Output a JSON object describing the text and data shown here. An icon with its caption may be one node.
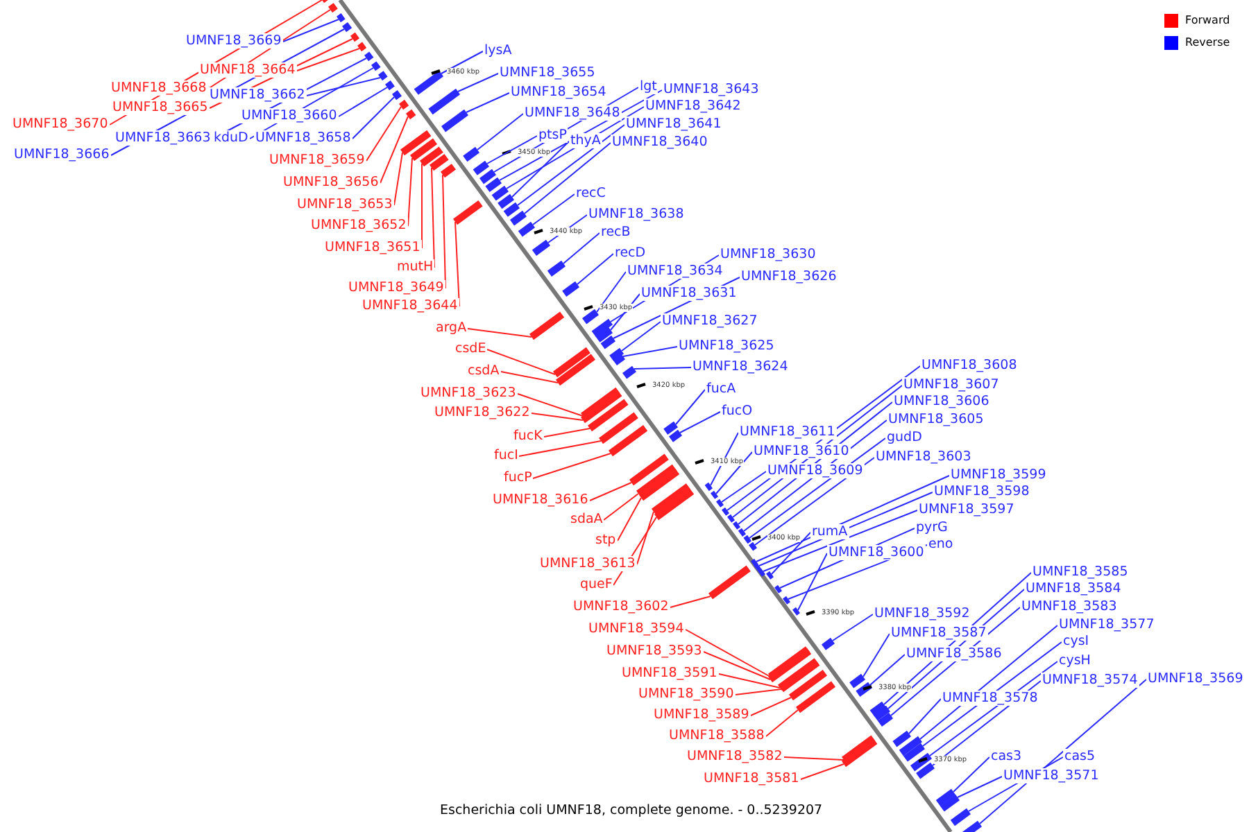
{
  "diagram": {
    "caption": "Escherichia coli UMNF18, complete genome. - 0..5239207",
    "nodes": [
      {
        "text": [
          "UMNF18_3669"
        ]
      },
      {
        "text": [
          "UMNF18_3664"
        ]
      },
      {
        "text": [
          "UMNF18_3668"
        ]
      },
      {
        "text": [
          "UMNF18_3665"
        ]
      },
      {
        "text": [
          "UMNF18_3670"
        ]
      },
      {
        "text": [
          "UMNF18_3662"
        ]
      },
      {
        "text": [
          "UMNF18_3660"
        ]
      },
      {
        "text": [
          "UMNF18_3663"
        ]
      },
      {
        "text": [
          "kduD"
        ]
      },
      {
        "text": [
          "UMNF18_3658"
        ]
      },
      {
        "text": [
          "UMNF18_3666"
        ]
      },
      {
        "text": [
          "UMNF18_3659"
        ]
      },
      {
        "text": [
          "UMNF18_3656"
        ]
      },
      {
        "text": [
          "UMNF18_3653"
        ]
      },
      {
        "text": [
          "UMNF18_3652"
        ]
      },
      {
        "text": [
          "UMNF18_3651"
        ]
      },
      {
        "text": [
          "mutH"
        ]
      },
      {
        "text": [
          "UMNF18_3649"
        ]
      },
      {
        "text": [
          "UMNF18_3644"
        ]
      },
      {
        "text": [
          "argA"
        ]
      },
      {
        "text": [
          "csdE"
        ]
      },
      {
        "text": [
          "csdA"
        ]
      },
      {
        "text": [
          "UMNF18_3623"
        ]
      },
      {
        "text": [
          "UMNF18_3622"
        ]
      },
      {
        "text": [
          "fucK"
        ]
      },
      {
        "text": [
          "fucI"
        ]
      },
      {
        "text": [
          "fucP"
        ]
      },
      {
        "text": [
          "UMNF18_3616"
        ]
      },
      {
        "text": [
          "sdaA"
        ]
      },
      {
        "text": [
          "stp"
        ]
      },
      {
        "text": [
          "UMNF18_3613"
        ]
      },
      {
        "text": [
          "queF"
        ]
      },
      {
        "text": [
          "UMNF18_3602"
        ]
      },
      {
        "text": [
          "UMNF18_3594"
        ]
      },
      {
        "text": [
          "UMNF18_3593"
        ]
      },
      {
        "text": [
          "UMNF18_3591"
        ]
      },
      {
        "text": [
          "UMNF18_3590"
        ]
      },
      {
        "text": [
          "UMNF18_3589"
        ]
      },
      {
        "text": [
          "UMNF18_3588"
        ]
      },
      {
        "text": [
          "UMNF18_3582"
        ]
      },
      {
        "text": [
          "UMNF18_3581"
        ]
      },
      {
        "text": [
          "lysA"
        ]
      },
      {
        "text": [
          "UMNF18_3655"
        ]
      },
      {
        "text": [
          "UMNF18_3654"
        ]
      },
      {
        "text": [
          "UMNF18_3648"
        ]
      },
      {
        "text": [
          "ptsP"
        ]
      },
      {
        "text": [
          "thyA"
        ]
      },
      {
        "text": [
          "lgt"
        ]
      },
      {
        "text": [
          "UMNF18_3643"
        ]
      },
      {
        "text": [
          "UMNF18_3642"
        ]
      },
      {
        "text": [
          "UMNF18_3641"
        ]
      },
      {
        "text": [
          "UMNF18_3640"
        ]
      },
      {
        "text": [
          "recC"
        ]
      },
      {
        "text": [
          "UMNF18_3638"
        ]
      },
      {
        "text": [
          "recB"
        ]
      },
      {
        "text": [
          "recD"
        ]
      },
      {
        "text": [
          "UMNF18_3634"
        ]
      },
      {
        "text": [
          "UMNF18_3630"
        ]
      },
      {
        "text": [
          "UMNF18_3631"
        ]
      },
      {
        "text": [
          "UMNF18_3626"
        ]
      },
      {
        "text": [
          "UMNF18_3627"
        ]
      },
      {
        "text": [
          "UMNF18_3625"
        ]
      },
      {
        "text": [
          "UMNF18_3624"
        ]
      },
      {
        "text": [
          "fucA"
        ]
      },
      {
        "text": [
          "fucO"
        ]
      },
      {
        "text": [
          "UMNF18_3611"
        ]
      },
      {
        "text": [
          "UMNF18_3610"
        ]
      },
      {
        "text": [
          "UMNF18_3609"
        ]
      },
      {
        "text": [
          "UMNF18_3608"
        ]
      },
      {
        "text": [
          "UMNF18_3607"
        ]
      },
      {
        "text": [
          "UMNF18_3606"
        ]
      },
      {
        "text": [
          "UMNF18_3605"
        ]
      },
      {
        "text": [
          "gudD"
        ]
      },
      {
        "text": [
          "UMNF18_3603"
        ]
      },
      {
        "text": [
          "UMNF18_3599"
        ]
      },
      {
        "text": [
          "UMNF18_3598"
        ]
      },
      {
        "text": [
          "UMNF18_3597"
        ]
      },
      {
        "text": [
          "rumA"
        ]
      },
      {
        "text": [
          "pyrG"
        ]
      },
      {
        "text": [
          "eno"
        ]
      },
      {
        "text": [
          "UMNF18_3600"
        ]
      },
      {
        "text": [
          "UMNF18_3592"
        ]
      },
      {
        "text": [
          "UMNF18_3587"
        ]
      },
      {
        "text": [
          "UMNF18_3586"
        ]
      },
      {
        "text": [
          "UMNF18_3585"
        ]
      },
      {
        "text": [
          "UMNF18_3584"
        ]
      },
      {
        "text": [
          "UMNF18_3583"
        ]
      },
      {
        "text": [
          "UMNF18_3577"
        ]
      },
      {
        "text": [
          "cysI"
        ]
      },
      {
        "text": [
          "cysH"
        ]
      },
      {
        "text": [
          "UMNF18_3574"
        ]
      },
      {
        "text": [
          "UMNF18_3569"
        ]
      },
      {
        "text": [
          "UMNF18_3578"
        ]
      },
      {
        "text": [
          "cas3"
        ]
      },
      {
        "text": [
          "cas5"
        ]
      },
      {
        "text": [
          "UMNF18_3571"
        ]
      },
      {
        "text": [],
        "shape": "bar"
      },
      {
        "text": [],
        "shape": "bar"
      },
      {
        "text": [],
        "shape": "bar"
      },
      {
        "text": [],
        "shape": "bar"
      },
      {
        "text": [],
        "shape": "bar"
      },
      {
        "text": [],
        "shape": "bar"
      },
      {
        "text": [],
        "shape": "bar"
      },
      {
        "text": [],
        "shape": "bar"
      },
      {
        "text": [],
        "shape": "bar"
      },
      {
        "text": [],
        "shape": "bar"
      },
      {
        "text": [],
        "shape": "bar"
      },
      {
        "text": [],
        "shape": "bar"
      },
      {
        "text": [],
        "shape": "bar"
      },
      {
        "text": [],
        "shape": "bar"
      },
      {
        "text": [],
        "shape": "bar"
      },
      {
        "text": [],
        "shape": "bar"
      },
      {
        "text": [],
        "shape": "bar"
      },
      {
        "text": [],
        "shape": "bar"
      },
      {
        "text": [],
        "shape": "bar"
      },
      {
        "text": [],
        "shape": "bar"
      },
      {
        "text": [],
        "shape": "bar"
      },
      {
        "text": [],
        "shape": "bar"
      },
      {
        "text": [],
        "shape": "bar"
      },
      {
        "text": [],
        "shape": "bar"
      },
      {
        "text": [],
        "shape": "bar"
      },
      {
        "text": [],
        "shape": "bar"
      },
      {
        "text": [],
        "shape": "bar"
      },
      {
        "text": [],
        "shape": "bar"
      },
      {
        "text": [],
        "shape": "bar"
      },
      {
        "text": [],
        "shape": "bar"
      },
      {
        "text": [],
        "shape": "bar"
      },
      {
        "text": [],
        "shape": "bar"
      },
      {
        "text": [],
        "shape": "bar"
      },
      {
        "text": [],
        "shape": "bar"
      },
      {
        "text": [],
        "shape": "bar"
      },
      {
        "text": [],
        "shape": "bar"
      },
      {
        "text": [],
        "shape": "bar"
      },
      {
        "text": [],
        "shape": "bar"
      },
      {
        "text": [],
        "shape": "bar"
      },
      {
        "text": [],
        "shape": "bar"
      },
      {
        "text": [],
        "shape": "bar"
      },
      {
        "text": [],
        "shape": "bar"
      },
      {
        "text": [],
        "shape": "bar"
      },
      {
        "text": [],
        "shape": "bar"
      },
      {
        "text": [],
        "shape": "bar"
      },
      {
        "text": [],
        "shape": "bar"
      },
      {
        "text": [],
        "shape": "bar"
      },
      {
        "text": [],
        "shape": "bar"
      },
      {
        "text": [],
        "shape": "bar"
      },
      {
        "text": [],
        "shape": "bar"
      },
      {
        "text": [],
        "shape": "bar"
      },
      {
        "text": [],
        "shape": "bar"
      },
      {
        "text": [],
        "shape": "bar"
      },
      {
        "text": [],
        "shape": "bar"
      },
      {
        "text": [],
        "shape": "bar"
      },
      {
        "text": [],
        "shape": "bar"
      },
      {
        "text": [],
        "shape": "bar"
      },
      {
        "text": [],
        "shape": "bar"
      },
      {
        "text": [],
        "shape": "bar"
      },
      {
        "text": [],
        "shape": "bar"
      },
      {
        "text": [],
        "shape": "bar"
      },
      {
        "text": [],
        "shape": "bar"
      },
      {
        "text": [],
        "shape": "bar"
      },
      {
        "text": [],
        "shape": "bar"
      },
      {
        "text": [],
        "shape": "bar"
      },
      {
        "text": [],
        "shape": "bar"
      },
      {
        "text": [],
        "shape": "bar"
      },
      {
        "text": [],
        "shape": "bar"
      },
      {
        "text": [],
        "shape": "bar"
      },
      {
        "text": [],
        "shape": "bar"
      },
      {
        "text": [],
        "shape": "bar"
      },
      {
        "text": [],
        "shape": "bar"
      },
      {
        "text": [],
        "shape": "bar"
      },
      {
        "text": [],
        "shape": "bar"
      },
      {
        "text": [],
        "shape": "bar"
      },
      {
        "text": [],
        "shape": "bar"
      },
      {
        "text": [],
        "shape": "bar"
      },
      {
        "text": [],
        "shape": "bar"
      },
      {
        "text": [],
        "shape": "bar"
      },
      {
        "text": [],
        "shape": "bar"
      },
      {
        "text": [],
        "shape": "bar"
      },
      {
        "text": [],
        "shape": "bar"
      },
      {
        "text": [],
        "shape": "bar"
      },
      {
        "text": [],
        "shape": "bar"
      },
      {
        "text": [],
        "shape": "bar"
      },
      {
        "text": [],
        "shape": "bar"
      },
      {
        "text": [],
        "shape": "bar"
      },
      {
        "text": [],
        "shape": "bar"
      },
      {
        "text": [],
        "shape": "bar"
      },
      {
        "text": [],
        "shape": "bar"
      },
      {
        "text": [],
        "shape": "bar"
      },
      {
        "text": [],
        "shape": "bar"
      },
      {
        "text": [],
        "shape": "bar"
      },
      {
        "text": [],
        "shape": "bar"
      },
      {
        "text": [],
        "shape": "bar"
      },
      {
        "text": [],
        "shape": "bar"
      }
    ],
    "edges": [
      {
        "from": 0,
        "to": 96,
        "arrow": "none"
      },
      {
        "from": 1,
        "to": 97,
        "arrow": "none",
        "color": "#ff2020"
      },
      {
        "from": 2,
        "to": 98,
        "arrow": "none",
        "color": "#ff2020"
      },
      {
        "from": 3,
        "to": 99,
        "arrow": "none",
        "color": "#ff2020"
      },
      {
        "from": 4,
        "to": 100,
        "arrow": "none",
        "color": "#ff2020"
      },
      {
        "from": 5,
        "to": 101,
        "arrow": "none"
      },
      {
        "from": 6,
        "to": 102,
        "arrow": "none"
      },
      {
        "from": 7,
        "to": 103,
        "arrow": "none"
      },
      {
        "from": 8,
        "to": 104,
        "arrow": "none"
      },
      {
        "from": 9,
        "to": 105,
        "arrow": "none"
      },
      {
        "from": 10,
        "to": 106,
        "arrow": "none"
      },
      {
        "from": 11,
        "to": 107,
        "arrow": "none",
        "color": "#ff2020"
      },
      {
        "from": 12,
        "to": 108,
        "arrow": "none",
        "color": "#ff2020"
      },
      {
        "from": 13,
        "to": 109,
        "arrow": "none",
        "color": "#ff2020"
      },
      {
        "from": 14,
        "to": 110,
        "arrow": "none",
        "color": "#ff2020"
      },
      {
        "from": 15,
        "to": 111,
        "arrow": "none",
        "color": "#ff2020"
      },
      {
        "from": 16,
        "to": 112,
        "arrow": "none",
        "color": "#ff2020"
      },
      {
        "from": 17,
        "to": 113,
        "arrow": "none",
        "color": "#ff2020"
      },
      {
        "from": 18,
        "to": 114,
        "arrow": "none",
        "color": "#ff2020"
      },
      {
        "from": 19,
        "to": 115,
        "arrow": "none",
        "color": "#ff2020"
      },
      {
        "from": 20,
        "to": 116,
        "arrow": "none",
        "color": "#ff2020"
      },
      {
        "from": 21,
        "to": 117,
        "arrow": "none",
        "color": "#ff2020"
      },
      {
        "from": 22,
        "to": 118,
        "arrow": "none",
        "color": "#ff2020"
      },
      {
        "from": 23,
        "to": 119,
        "arrow": "none",
        "color": "#ff2020"
      },
      {
        "from": 24,
        "to": 120,
        "arrow": "none",
        "color": "#ff2020"
      },
      {
        "from": 25,
        "to": 121,
        "arrow": "none",
        "color": "#ff2020"
      },
      {
        "from": 26,
        "to": 122,
        "arrow": "none",
        "color": "#ff2020"
      },
      {
        "from": 27,
        "to": 123,
        "arrow": "none",
        "color": "#ff2020"
      },
      {
        "from": 28,
        "to": 124,
        "arrow": "none",
        "color": "#ff2020"
      },
      {
        "from": 29,
        "to": 125,
        "arrow": "none",
        "color": "#ff2020"
      },
      {
        "from": 30,
        "to": 126,
        "arrow": "none",
        "color": "#ff2020"
      },
      {
        "from": 31,
        "to": 127,
        "arrow": "none",
        "color": "#ff2020"
      },
      {
        "from": 32,
        "to": 128,
        "arrow": "none",
        "color": "#ff2020"
      },
      {
        "from": 33,
        "to": 129,
        "arrow": "none",
        "color": "#ff2020"
      },
      {
        "from": 34,
        "to": 130,
        "arrow": "none",
        "color": "#ff2020"
      },
      {
        "from": 35,
        "to": 131,
        "arrow": "none",
        "color": "#ff2020"
      },
      {
        "from": 36,
        "to": 132,
        "arrow": "none",
        "color": "#ff2020"
      },
      {
        "from": 37,
        "to": 133,
        "arrow": "none",
        "color": "#ff2020"
      },
      {
        "from": 38,
        "to": 134,
        "arrow": "none",
        "color": "#ff2020"
      },
      {
        "from": 39,
        "to": 135,
        "arrow": "none",
        "color": "#ff2020"
      },
      {
        "from": 40,
        "to": 136,
        "arrow": "none",
        "color": "#ff2020"
      },
      {
        "from": 41,
        "to": 137,
        "arrow": "none"
      },
      {
        "from": 42,
        "to": 138,
        "arrow": "none"
      },
      {
        "from": 43,
        "to": 139,
        "arrow": "none"
      },
      {
        "from": 44,
        "to": 140,
        "arrow": "none"
      },
      {
        "from": 45,
        "to": 141,
        "arrow": "none"
      },
      {
        "from": 46,
        "to": 142,
        "arrow": "none"
      },
      {
        "from": 47,
        "to": 143,
        "arrow": "none"
      },
      {
        "from": 48,
        "to": 144,
        "arrow": "none"
      },
      {
        "from": 49,
        "to": 145,
        "arrow": "none"
      },
      {
        "from": 50,
        "to": 146,
        "arrow": "none"
      },
      {
        "from": 51,
        "to": 147,
        "arrow": "none"
      },
      {
        "from": 52,
        "to": 148,
        "arrow": "none"
      },
      {
        "from": 53,
        "to": 149,
        "arrow": "none"
      },
      {
        "from": 54,
        "to": 150,
        "arrow": "none"
      },
      {
        "from": 55,
        "to": 151,
        "arrow": "none"
      },
      {
        "from": 56,
        "to": 152,
        "arrow": "none"
      },
      {
        "from": 57,
        "to": 153,
        "arrow": "none"
      },
      {
        "from": 58,
        "to": 154,
        "arrow": "none"
      },
      {
        "from": 59,
        "to": 155,
        "arrow": "none"
      },
      {
        "from": 60,
        "to": 156,
        "arrow": "none"
      },
      {
        "from": 61,
        "to": 157,
        "arrow": "none"
      },
      {
        "from": 62,
        "to": 158,
        "arrow": "none"
      },
      {
        "from": 63,
        "to": 159,
        "arrow": "none"
      },
      {
        "from": 64,
        "to": 160,
        "arrow": "none"
      },
      {
        "from": 65,
        "to": 161,
        "arrow": "none"
      },
      {
        "from": 66,
        "to": 162,
        "arrow": "none"
      },
      {
        "from": 67,
        "to": 163,
        "arrow": "none"
      },
      {
        "from": 68,
        "to": 164,
        "arrow": "none"
      },
      {
        "from": 69,
        "to": 165,
        "arrow": "none"
      },
      {
        "from": 70,
        "to": 166,
        "arrow": "none"
      },
      {
        "from": 71,
        "to": 167,
        "arrow": "none"
      },
      {
        "from": 72,
        "to": 168,
        "arrow": "none"
      },
      {
        "from": 73,
        "to": 169,
        "arrow": "none"
      },
      {
        "from": 74,
        "to": 170,
        "arrow": "none"
      },
      {
        "from": 75,
        "to": 171,
        "arrow": "none"
      },
      {
        "from": 76,
        "to": 172,
        "arrow": "none"
      },
      {
        "from": 77,
        "to": 173,
        "arrow": "none"
      },
      {
        "from": 78,
        "to": 174,
        "arrow": "none"
      },
      {
        "from": 79,
        "to": 175,
        "arrow": "none"
      },
      {
        "from": 80,
        "to": 176,
        "arrow": "none"
      },
      {
        "from": 81,
        "to": 177,
        "arrow": "none"
      },
      {
        "from": 82,
        "to": 178,
        "arrow": "none"
      },
      {
        "from": 83,
        "to": 179,
        "arrow": "none"
      },
      {
        "from": 84,
        "to": 180,
        "arrow": "none"
      },
      {
        "from": 85,
        "to": 181,
        "arrow": "none"
      },
      {
        "from": 86,
        "to": 182,
        "arrow": "none"
      },
      {
        "from": 87,
        "to": 183,
        "arrow": "none"
      },
      {
        "from": 88,
        "to": 184,
        "arrow": "none"
      },
      {
        "from": 89,
        "to": 185,
        "arrow": "none"
      },
      {
        "from": 90,
        "to": 186,
        "arrow": "none"
      },
      {
        "from": 91,
        "to": 187,
        "arrow": "none"
      },
      {
        "from": 92,
        "to": 188,
        "arrow": "none"
      },
      {
        "from": 93,
        "to": 189,
        "arrow": "none"
      },
      {
        "from": 94,
        "to": 190,
        "arrow": "none"
      },
      {
        "from": 95,
        "to": 191,
        "arrow": "none"
      }
    ],
    "labels": [
      "3460 kbp",
      "3450 kbp",
      "3440 kbp",
      "3430 kbp",
      "3420 kbp",
      "3410 kbp",
      "3400 kbp",
      "3390 kbp",
      "3380 kbp",
      "3370 kbp"
    ],
    "legend": [
      {
        "text": "Forward",
        "color": "#ff0000"
      },
      {
        "text": "Reverse",
        "color": "#0000ff"
      }
    ]
  }
}
